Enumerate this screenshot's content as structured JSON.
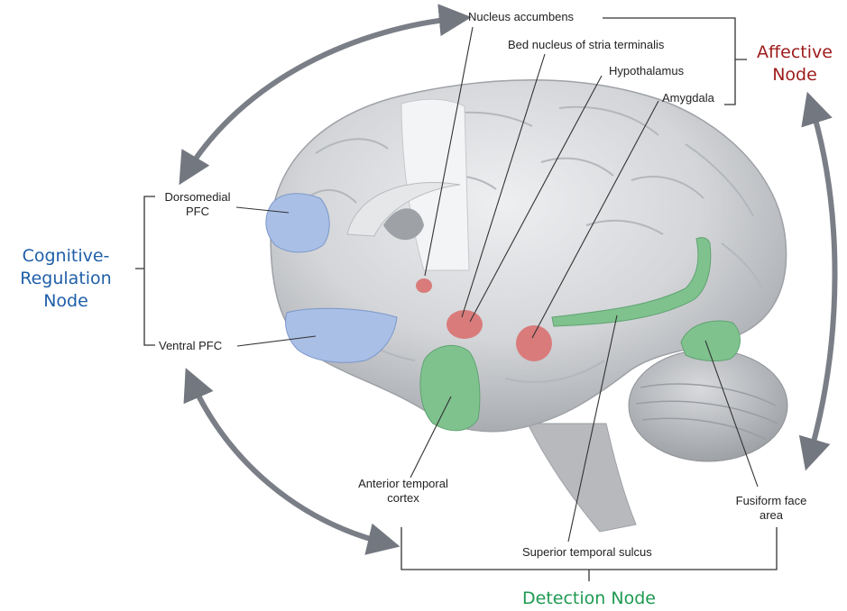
{
  "nodes": {
    "cognitive": {
      "lines": [
        "Cognitive-",
        "Regulation",
        "Node"
      ],
      "color": "#1f5fa8"
    },
    "affective": {
      "lines": [
        "Affective",
        "Node"
      ],
      "color": "#9e1b1b"
    },
    "detection": {
      "lines": [
        "Detection Node"
      ],
      "color": "#1f9a52"
    }
  },
  "labels": {
    "nucleus_accumbens": "Nucleus accumbens",
    "bed_nucleus": "Bed nucleus of stria terminalis",
    "hypothalamus": "Hypothalamus",
    "amygdala": "Amygdala",
    "dorsomedial_pfc": [
      "Dorsomedial",
      "PFC"
    ],
    "ventral_pfc": "Ventral PFC",
    "anterior_temporal": [
      "Anterior temporal",
      "cortex"
    ],
    "superior_temporal": "Superior temporal sulcus",
    "fusiform": [
      "Fusiform face",
      "area"
    ]
  },
  "colors": {
    "cognitive_region": "#a9bfe6",
    "affective_region": "#d97b7b",
    "detection_region": "#7fc28e",
    "brain": "#d4d6d9",
    "arrow": "#7a7e86"
  }
}
